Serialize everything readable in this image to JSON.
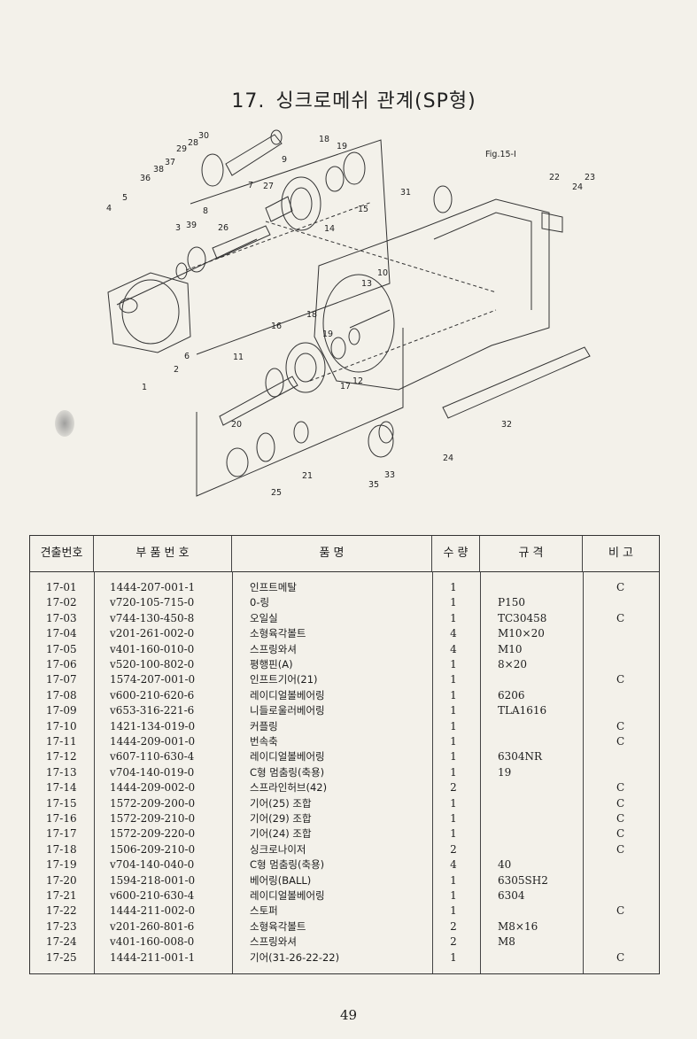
{
  "title": {
    "number": "17.",
    "text": "싱크로메쉬 관계(SP형)"
  },
  "figure": {
    "label": "Fig.15-I",
    "callouts": [
      "1",
      "2",
      "3",
      "4",
      "5",
      "6",
      "7",
      "8",
      "9",
      "10",
      "11",
      "12",
      "13",
      "14",
      "15",
      "16",
      "17",
      "18",
      "18",
      "19",
      "19",
      "20",
      "21",
      "22",
      "23",
      "24",
      "24",
      "25",
      "26",
      "27",
      "28",
      "29",
      "30",
      "31",
      "32",
      "33",
      "35",
      "36",
      "37",
      "38",
      "39"
    ]
  },
  "table": {
    "headers": [
      "견출번호",
      "부 품 번 호",
      "품 명",
      "수 량",
      "규 격",
      "비 고"
    ],
    "rows": [
      {
        "no": "17-01",
        "part": "1444-207-001-1",
        "name": "인프트메탈",
        "qty": "1",
        "spec": "",
        "note": "C"
      },
      {
        "no": "17-02",
        "part": "v720-105-715-0",
        "name": "0-링",
        "qty": "1",
        "spec": "P150",
        "note": ""
      },
      {
        "no": "17-03",
        "part": "v744-130-450-8",
        "name": "오일실",
        "qty": "1",
        "spec": "TC30458",
        "note": "C"
      },
      {
        "no": "17-04",
        "part": "v201-261-002-0",
        "name": "소형육각볼트",
        "qty": "4",
        "spec": "M10×20",
        "note": ""
      },
      {
        "no": "17-05",
        "part": "v401-160-010-0",
        "name": "스프링와셔",
        "qty": "4",
        "spec": "M10",
        "note": ""
      },
      {
        "no": "17-06",
        "part": "v520-100-802-0",
        "name": "평행핀(A)",
        "qty": "1",
        "spec": "8×20",
        "note": ""
      },
      {
        "no": "17-07",
        "part": "1574-207-001-0",
        "name": "인프트기어(21)",
        "qty": "1",
        "spec": "",
        "note": "C"
      },
      {
        "no": "17-08",
        "part": "v600-210-620-6",
        "name": "레이디얼볼베어링",
        "qty": "1",
        "spec": "6206",
        "note": ""
      },
      {
        "no": "17-09",
        "part": "v653-316-221-6",
        "name": "니들로울러베어링",
        "qty": "1",
        "spec": "TLA1616",
        "note": ""
      },
      {
        "no": "17-10",
        "part": "1421-134-019-0",
        "name": "커플링",
        "qty": "1",
        "spec": "",
        "note": "C"
      },
      {
        "no": "17-11",
        "part": "1444-209-001-0",
        "name": "번속축",
        "qty": "1",
        "spec": "",
        "note": "C"
      },
      {
        "no": "17-12",
        "part": "v607-110-630-4",
        "name": "레이디얼볼베어링",
        "qty": "1",
        "spec": "6304NR",
        "note": ""
      },
      {
        "no": "17-13",
        "part": "v704-140-019-0",
        "name": "C형 멈춤링(축용)",
        "qty": "1",
        "spec": "19",
        "note": ""
      },
      {
        "no": "17-14",
        "part": "1444-209-002-0",
        "name": "스프라인허브(42)",
        "qty": "2",
        "spec": "",
        "note": "C"
      },
      {
        "no": "17-15",
        "part": "1572-209-200-0",
        "name": "기어(25) 조합",
        "qty": "1",
        "spec": "",
        "note": "C"
      },
      {
        "no": "17-16",
        "part": "1572-209-210-0",
        "name": "기어(29) 조합",
        "qty": "1",
        "spec": "",
        "note": "C"
      },
      {
        "no": "17-17",
        "part": "1572-209-220-0",
        "name": "기어(24) 조합",
        "qty": "1",
        "spec": "",
        "note": "C"
      },
      {
        "no": "17-18",
        "part": "1506-209-210-0",
        "name": "싱크로나이저",
        "qty": "2",
        "spec": "",
        "note": "C"
      },
      {
        "no": "17-19",
        "part": "v704-140-040-0",
        "name": "C형 멈춤링(축용)",
        "qty": "4",
        "spec": "40",
        "note": ""
      },
      {
        "no": "17-20",
        "part": "1594-218-001-0",
        "name": "베어링(BALL)",
        "qty": "1",
        "spec": "6305SH2",
        "note": ""
      },
      {
        "no": "17-21",
        "part": "v600-210-630-4",
        "name": "레이디얼볼베어링",
        "qty": "1",
        "spec": "6304",
        "note": ""
      },
      {
        "no": "17-22",
        "part": "1444-211-002-0",
        "name": "스토퍼",
        "qty": "1",
        "spec": "",
        "note": "C"
      },
      {
        "no": "17-23",
        "part": "v201-260-801-6",
        "name": "소형육각볼트",
        "qty": "2",
        "spec": "M8×16",
        "note": ""
      },
      {
        "no": "17-24",
        "part": "v401-160-008-0",
        "name": "스프링와셔",
        "qty": "2",
        "spec": "M8",
        "note": ""
      },
      {
        "no": "17-25",
        "part": "1444-211-001-1",
        "name": "기어(31-26-22-22)",
        "qty": "1",
        "spec": "",
        "note": "C"
      }
    ]
  },
  "page_number": "49"
}
